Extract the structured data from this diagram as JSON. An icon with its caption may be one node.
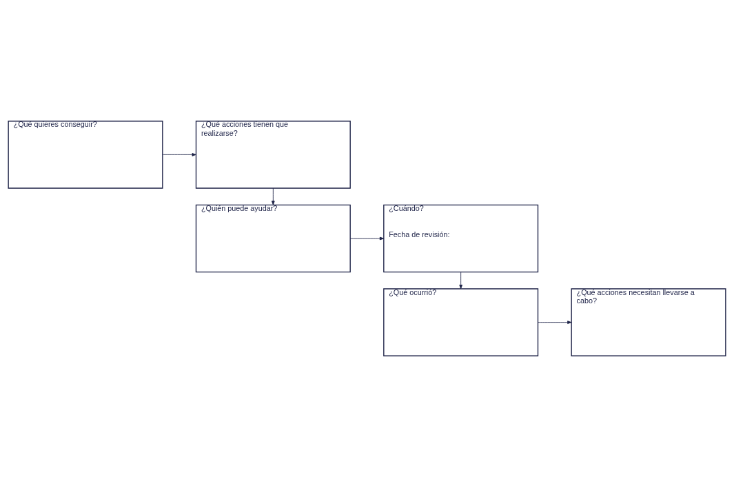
{
  "diagram": {
    "nodes": [
      {
        "text": [
          "¿Qué quieres conseguir?"
        ]
      },
      {
        "text": [
          "¿Qué acciones tienen que realizarse?"
        ]
      },
      {
        "text": [
          "¿Quién puede ayudar?"
        ]
      },
      {
        "text": [
          "¿Cuándo?",
          "Fecha de revisión:"
        ]
      },
      {
        "text": [
          "¿Qué ocurrió?"
        ]
      },
      {
        "text": [
          "¿Qué acciones necesitan llevarse a cabo?"
        ]
      }
    ],
    "edges": [
      {
        "from": 0,
        "to": 1,
        "arrow": "to"
      },
      {
        "from": 1,
        "to": 2,
        "arrow": "to"
      },
      {
        "from": 2,
        "to": 3,
        "arrow": "to"
      },
      {
        "from": 3,
        "to": 4,
        "arrow": "to"
      },
      {
        "from": 4,
        "to": 5,
        "arrow": "to"
      }
    ]
  }
}
